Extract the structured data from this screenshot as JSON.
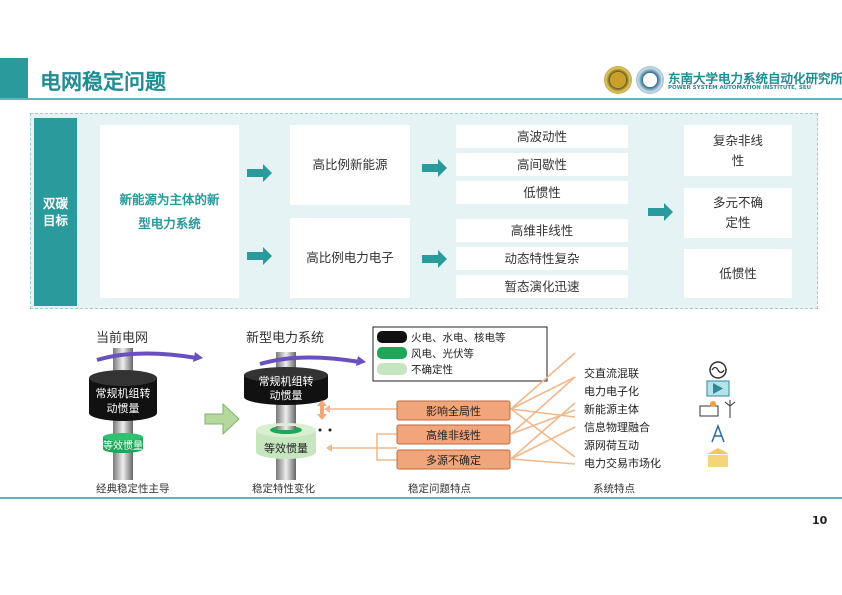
{
  "header": {
    "title": "电网稳定问题",
    "institute_cn": "东南大学电力系统自动化研究所",
    "institute_en": "POWER SYSTEM AUTOMATION INSTITUTE, SEU",
    "accent": "#2a9a9c"
  },
  "top": {
    "goal": "双碳目标",
    "main": "新能源为主体的新型电力系统",
    "mid": [
      "高比例新能源",
      "高比例电力电子"
    ],
    "features": [
      "高波动性",
      "高间歇性",
      "低惯性",
      "高维非线性",
      "动态特性复杂",
      "暂态演化迅速"
    ],
    "results": [
      "复杂非线性",
      "多元不确定性",
      "低惯性"
    ]
  },
  "diagram": {
    "current_grid_title": "当前电网",
    "new_system_title": "新型电力系统",
    "conventional_inertia": "常规机组转动惯量",
    "equivalent_inertia": "等效惯量",
    "caption_1": "经典稳定性主导",
    "caption_2": "稳定特性变化",
    "caption_3": "稳定问题特点",
    "caption_4": "系统特点",
    "legend": [
      {
        "label": "火电、水电、核电等",
        "color": "#111111"
      },
      {
        "label": "风电、光伏等",
        "color": "#1fa659"
      },
      {
        "label": "不确定性",
        "color": "#c7e6c0"
      }
    ],
    "problems": [
      "影响全局性",
      "高维非线性",
      "多源不确定"
    ],
    "system_features": [
      "交直流混联",
      "电力电子化",
      "新能源主体",
      "信息物理融合",
      "源网荷互动",
      "电力交易市场化"
    ],
    "icons": [
      "ac-dc-icon",
      "converter-icon",
      "solar-wind-icon",
      "antenna-tower-icon",
      "market-building-icon"
    ]
  },
  "page_number": "10"
}
